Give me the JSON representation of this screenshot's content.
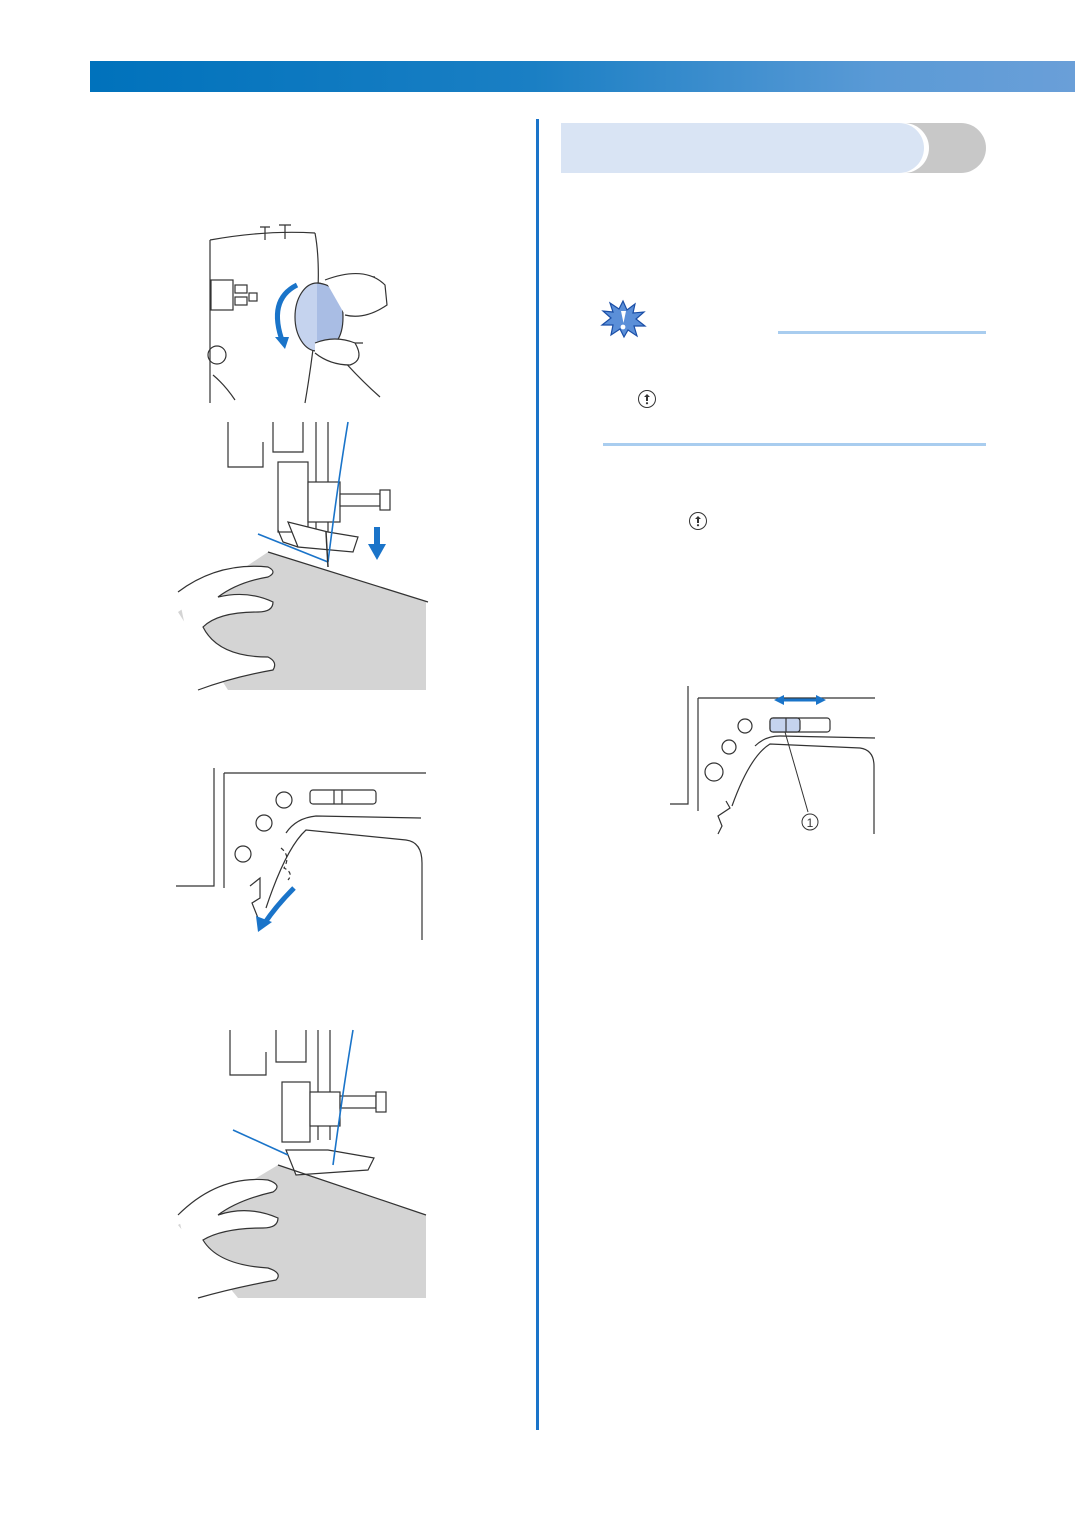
{
  "colors": {
    "band": "#0072bc",
    "divider": "#1a74c9",
    "section_fill": "#d9e4f4",
    "section_tab": "#c8c8c8",
    "note_rule": "#a9cdef",
    "accent_arrow": "#1a74c9",
    "fabric": "#d4d4d4",
    "wheel": "#c5d3ee"
  },
  "icons": {
    "note": "note-burst-icon",
    "needle_position_button": "needle-position-button-icon",
    "callout_1": "callout-number-1"
  },
  "illustrations": {
    "handwheel": {
      "label": "handwheel-turn-illustration"
    },
    "needle_lower": {
      "label": "needle-lowered-into-fabric-illustration"
    },
    "presser_lever": {
      "label": "presser-foot-lever-lowered-illustration"
    },
    "sew_start": {
      "label": "fabric-under-presser-foot-illustration"
    },
    "speed_slider": {
      "label": "speed-control-slider-illustration",
      "callout": "①"
    }
  }
}
